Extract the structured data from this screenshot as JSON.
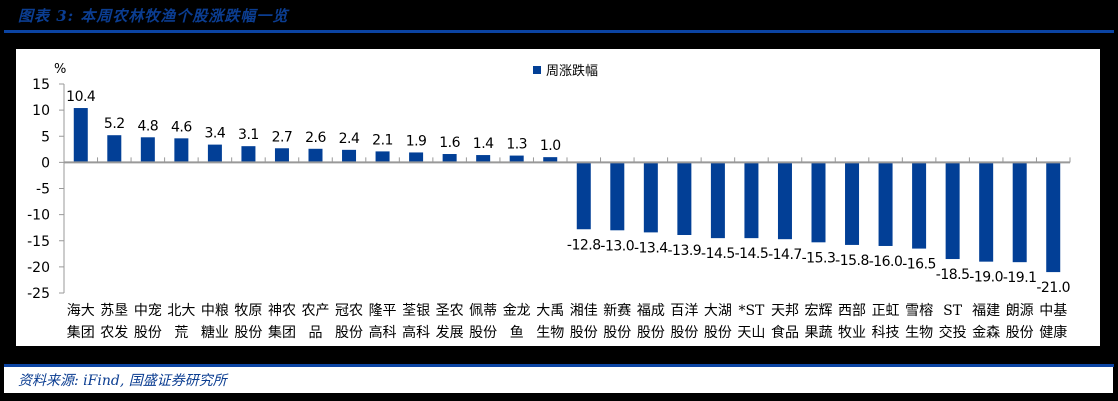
{
  "header": {
    "title": "图表 3: 本周农林牧渔个股涨跌幅一览"
  },
  "footer": {
    "source": "资料来源: iFind, 国盛证券研究所"
  },
  "colors": {
    "bar": "#023f96",
    "title": "#0b3d91",
    "rule": "#0b44a3",
    "axis": "#999999"
  },
  "chart_data": {
    "type": "bar",
    "title": "",
    "xlabel": "",
    "ylabel": "%",
    "ylim": [
      -25,
      15
    ],
    "yticks": [
      15,
      10,
      5,
      0,
      -5,
      -10,
      -15,
      -20,
      -25
    ],
    "grid": false,
    "legend_position": "top-center",
    "categories": [
      "海大集团",
      "苏垦农发",
      "中宠股份",
      "北大荒",
      "中粮糖业",
      "牧原股份",
      "神农集团",
      "农产品",
      "冠农股份",
      "隆平高科",
      "荃银高科",
      "圣农发展",
      "佩蒂股份",
      "金龙鱼",
      "大禹生物",
      "湘佳股份",
      "新赛股份",
      "福成股份",
      "百洋股份",
      "大湖股份",
      "*ST天山",
      "天邦食品",
      "宏辉果蔬",
      "西部牧业",
      "正虹科技",
      "雪榕生物",
      "ST交投",
      "福建金森",
      "朗源股份",
      "中基健康"
    ],
    "series": [
      {
        "name": "周涨跌幅",
        "values": [
          10.4,
          5.2,
          4.8,
          4.6,
          3.4,
          3.1,
          2.7,
          2.6,
          2.4,
          2.1,
          1.9,
          1.6,
          1.4,
          1.3,
          1.0,
          -12.8,
          -13.0,
          -13.4,
          -13.9,
          -14.5,
          -14.5,
          -14.7,
          -15.3,
          -15.8,
          -16.0,
          -16.5,
          -18.5,
          -19.0,
          -19.1,
          -21.0
        ],
        "labels": [
          "10.4",
          "5.2",
          "4.8",
          "4.6",
          "3.4",
          "3.1",
          "2.7",
          "2.6",
          "2.4",
          "2.1",
          "1.9",
          "1.6",
          "1.4",
          "1.3",
          "1.0",
          "-12.8",
          "-13.0",
          "-13.4",
          "-13.9",
          "-14.5",
          "-14.5",
          "-14.7",
          "-15.3",
          "-15.8",
          "-16.0",
          "-16.5",
          "-18.5",
          "-19.0",
          "-19.1",
          "-21.0"
        ]
      }
    ],
    "category_label_lines": [
      [
        "海大",
        "集团"
      ],
      [
        "苏垦",
        "农发"
      ],
      [
        "中宠",
        "股份"
      ],
      [
        "北大",
        "荒"
      ],
      [
        "中粮",
        "糖业"
      ],
      [
        "牧原",
        "股份"
      ],
      [
        "神农",
        "集团"
      ],
      [
        "农产",
        "品"
      ],
      [
        "冠农",
        "股份"
      ],
      [
        "隆平",
        "高科"
      ],
      [
        "荃银",
        "高科"
      ],
      [
        "圣农",
        "发展"
      ],
      [
        "佩蒂",
        "股份"
      ],
      [
        "金龙",
        "鱼"
      ],
      [
        "大禹",
        "生物"
      ],
      [
        "湘佳",
        "股份"
      ],
      [
        "新赛",
        "股份"
      ],
      [
        "福成",
        "股份"
      ],
      [
        "百洋",
        "股份"
      ],
      [
        "大湖",
        "股份"
      ],
      [
        "*ST",
        "天山"
      ],
      [
        "天邦",
        "食品"
      ],
      [
        "宏辉",
        "果蔬"
      ],
      [
        "西部",
        "牧业"
      ],
      [
        "正虹",
        "科技"
      ],
      [
        "雪榕",
        "生物"
      ],
      [
        "ST",
        "交投"
      ],
      [
        "福建",
        "金森"
      ],
      [
        "朗源",
        "股份"
      ],
      [
        "中基",
        "健康"
      ]
    ]
  }
}
